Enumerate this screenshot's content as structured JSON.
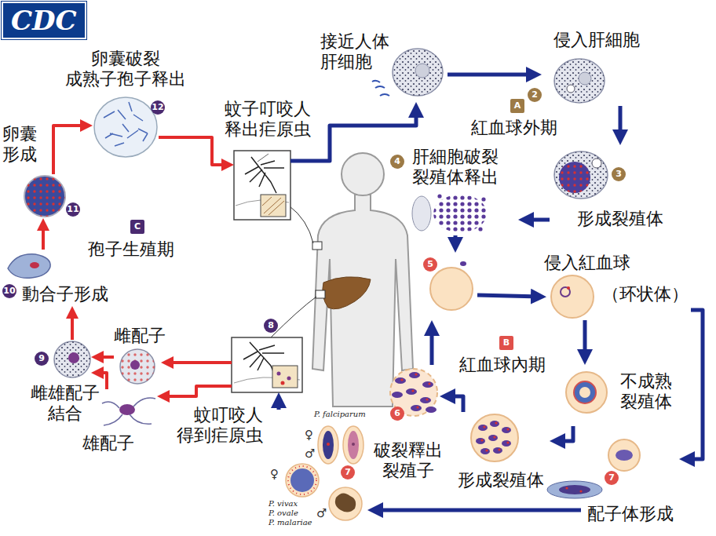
{
  "diagram": {
    "nodes": [
      {
        "text": [
          "蚊子叮咬人 释出疟原虫"
        ]
      },
      {
        "text": [
          "接近人体 肝细胞"
        ]
      },
      {
        "text": [
          "侵入肝細胞"
        ]
      },
      {
        "text": [
          "形成裂殖体"
        ]
      },
      {
        "text": [
          "肝細胞破裂 裂殖体释出"
        ]
      },
      {
        "text": [
          "侵入紅血球",
          "（环状体）"
        ]
      },
      {
        "text": [
          "不成熟 裂殖体"
        ]
      },
      {
        "text": [
          "形成裂殖体"
        ]
      },
      {
        "text": [
          "破裂釋出 裂殖子"
        ]
      },
      {
        "text": [
          "配子体形成"
        ]
      },
      {
        "text": [
          "P. falciparum",
          "P. vivax",
          "P. ovale",
          "P. malariae"
        ]
      },
      {
        "text": [
          "蚊叮咬人 得到疟原虫"
        ]
      },
      {
        "text": [
          "雌配子"
        ]
      },
      {
        "text": [
          "雄配子"
        ]
      },
      {
        "text": [
          "雌雄配子 結合"
        ]
      },
      {
        "text": [
          "動合子形成"
        ]
      },
      {
        "text": [
          "卵囊 形成"
        ]
      },
      {
        "text": [
          "卵囊破裂 成熟子孢子释出"
        ]
      }
    ],
    "edges": [
      {
        "from": 0,
        "to": 1,
        "arrow": "to"
      },
      {
        "from": 1,
        "to": 2,
        "arrow": "to"
      },
      {
        "from": 2,
        "to": 3,
        "arrow": "to"
      },
      {
        "from": 3,
        "to": 4,
        "arrow": "to"
      },
      {
        "from": 4,
        "to": 5,
        "arrow": "to"
      },
      {
        "from": 5,
        "to": 6,
        "arrow": "to"
      },
      {
        "from": 5,
        "to": 9,
        "arrow": "to"
      },
      {
        "from": 6,
        "to": 7,
        "arrow": "to"
      },
      {
        "from": 7,
        "to": 8,
        "arrow": "to"
      },
      {
        "from": 8,
        "to": 5,
        "arrow": "to"
      },
      {
        "from": 9,
        "to": 10,
        "arrow": "to"
      },
      {
        "from": 10,
        "to": 11,
        "arrow": "to"
      },
      {
        "from": 11,
        "to": 12,
        "arrow": "to"
      },
      {
        "from": 11,
        "to": 13,
        "arrow": "to"
      },
      {
        "from": 12,
        "to": 14,
        "arrow": "to"
      },
      {
        "from": 13,
        "to": 14,
        "arrow": "to"
      },
      {
        "from": 14,
        "to": 15,
        "arrow": "to"
      },
      {
        "from": 15,
        "to": 16,
        "arrow": "to"
      },
      {
        "from": 16,
        "to": 17,
        "arrow": "to"
      },
      {
        "from": 17,
        "to": 0,
        "arrow": "to"
      }
    ],
    "labels": [
      "CDC",
      "2",
      "A",
      "紅血球外期",
      "4",
      "3",
      "5",
      "B",
      "紅血球內期",
      "7",
      "6",
      "7",
      "♀",
      "♂",
      "♀",
      "♂",
      "8",
      "9",
      "10",
      "11",
      "12",
      "C",
      "孢子生殖期"
    ]
  }
}
